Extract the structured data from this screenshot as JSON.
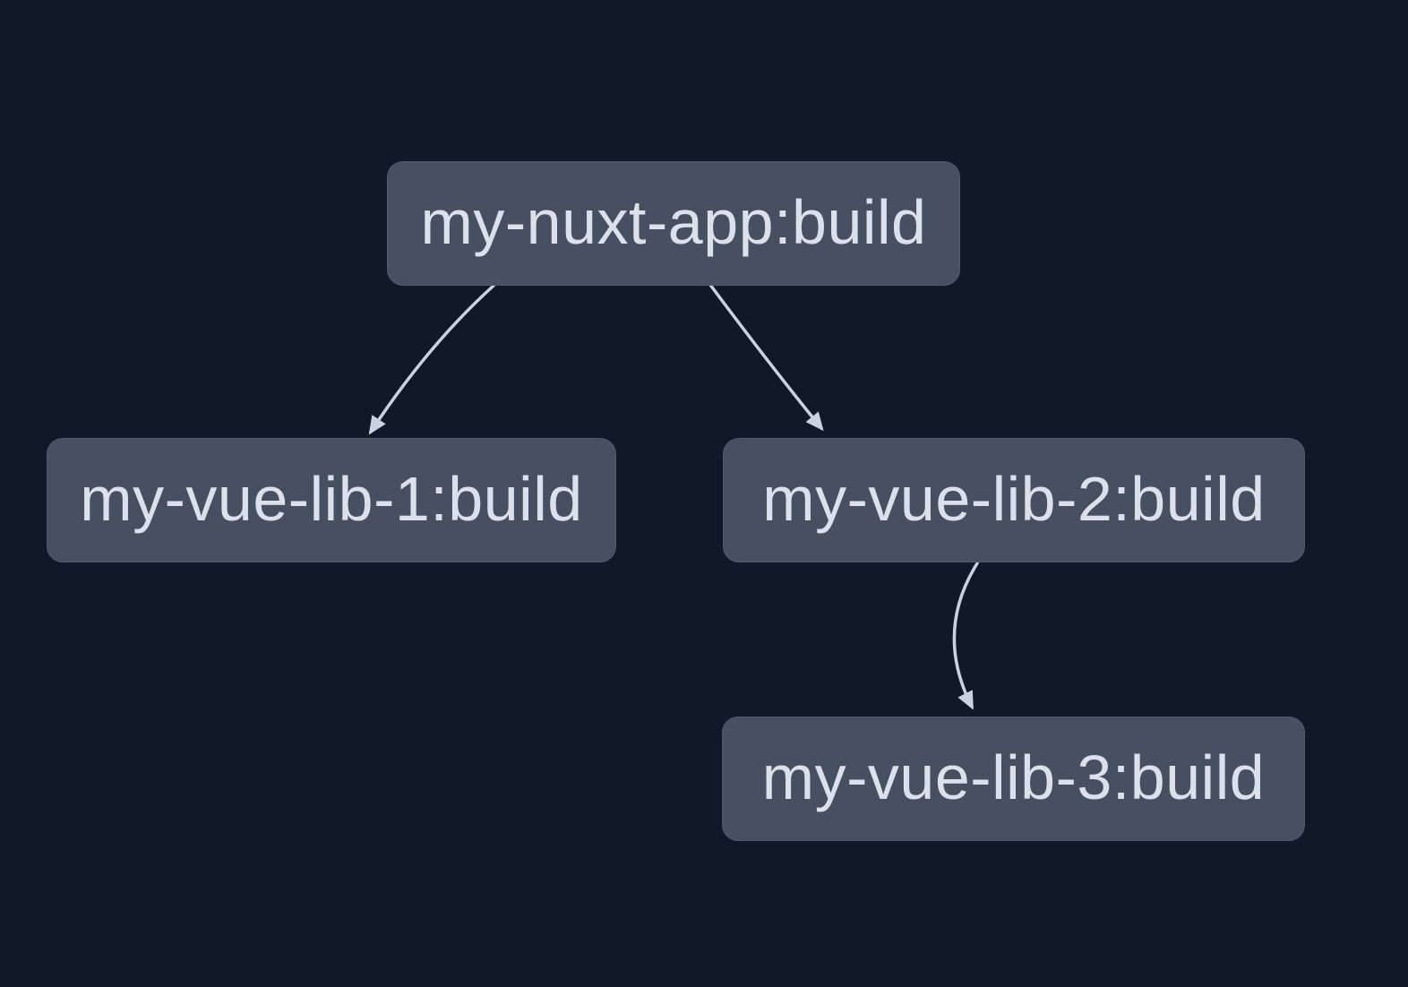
{
  "theme": {
    "canvas-bg": "#111827",
    "node-bg": "#465061",
    "node-border": "#4f5a6c",
    "node-text": "#dbe0ea",
    "edge-color": "#cad2e0"
  },
  "graph": {
    "nodes": [
      {
        "id": "my-nuxt-app:build",
        "label": "my-nuxt-app:build"
      },
      {
        "id": "my-vue-lib-1:build",
        "label": "my-vue-lib-1:build"
      },
      {
        "id": "my-vue-lib-2:build",
        "label": "my-vue-lib-2:build"
      },
      {
        "id": "my-vue-lib-3:build",
        "label": "my-vue-lib-3:build"
      }
    ],
    "edges": [
      {
        "from": "my-nuxt-app:build",
        "to": "my-vue-lib-1:build"
      },
      {
        "from": "my-nuxt-app:build",
        "to": "my-vue-lib-2:build"
      },
      {
        "from": "my-vue-lib-2:build",
        "to": "my-vue-lib-3:build"
      }
    ]
  }
}
